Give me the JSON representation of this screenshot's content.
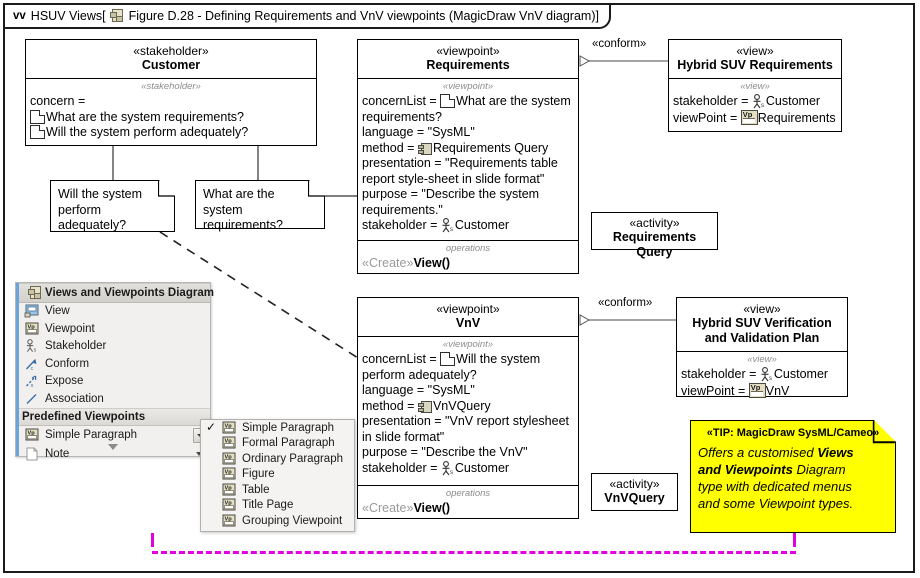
{
  "frame": {
    "kind": "vv",
    "name": "HSUV Views",
    "title_prefix": "[",
    "title": "Figure D.28 - Defining Requirements and VnV viewpoints (MagicDraw VnV diagram)",
    "title_suffix": "]",
    "diagram_icon": "views-and-viewpoints-diagram-icon"
  },
  "nodes": {
    "customer": {
      "stereotype": "«stakeholder»",
      "name": "Customer",
      "compartment_label": "«stakeholder»",
      "properties": [
        "concern =",
        "What are the system requirements?",
        "Will the system perform adequately?"
      ]
    },
    "requirements_viewpoint": {
      "stereotype": "«viewpoint»",
      "name": "Requirements",
      "compartment_label": "«viewpoint»",
      "concernList_key": "concernList = ",
      "concernList_value": "What are the system requirements?",
      "language": "language = \"SysML\"",
      "method_key": "method = ",
      "method_value": "Requirements Query",
      "presentation": "presentation = \"Requirements table report style-sheet in slide format\"",
      "purpose": "purpose = \"Describe the system requirements.\"",
      "stakeholder_key": "stakeholder = ",
      "stakeholder_value": "Customer",
      "operations_label": "operations",
      "operation_stereotype": "«Create»",
      "operation_name": "View()"
    },
    "vnv_viewpoint": {
      "stereotype": "«viewpoint»",
      "name": "VnV",
      "compartment_label": "«viewpoint»",
      "concernList_key": "concernList = ",
      "concernList_value": "Will the system perform adequately?",
      "language": "language = \"SysML\"",
      "method_key": "method = ",
      "method_value": "VnVQuery",
      "presentation": "presentation = \"VnV report stylesheet in slide format\"",
      "purpose": "purpose = \"Describe the VnV\"",
      "stakeholder_key": "stakeholder = ",
      "stakeholder_value": "Customer",
      "operations_label": "operations",
      "operation_stereotype": "«Create»",
      "operation_name": "View()"
    },
    "hybrid_suv_requirements_view": {
      "stereotype": "«view»",
      "name": "Hybrid SUV Requirements",
      "compartment_label": "«view»",
      "stakeholder_key": "stakeholder = ",
      "stakeholder_value": "Customer",
      "viewpoint_key": "viewPoint = ",
      "viewpoint_value": "Requirements"
    },
    "hybrid_suv_vnv_view": {
      "stereotype": "«view»",
      "name": "Hybrid SUV Verification and Validation Plan",
      "compartment_label": "«view»",
      "stakeholder_key": "stakeholder = ",
      "stakeholder_value": "Customer",
      "viewpoint_key": "viewPoint = ",
      "viewpoint_value": "VnV"
    },
    "requirements_query_activity": {
      "stereotype": "«activity»",
      "name": "Requirements Query"
    },
    "vnvquery_activity": {
      "stereotype": "«activity»",
      "name": "VnVQuery"
    }
  },
  "comments": {
    "perform_adequately": "Will the system perform adequately?",
    "system_requirements": "What are the system requirements?"
  },
  "edges": {
    "conform_top": "«conform»",
    "conform_bottom": "«conform»"
  },
  "tip": {
    "header": "«TIP: MagicDraw SysML/Cameo»",
    "line1_a": "Offers a customised ",
    "line1_b": "Views",
    "line2_a": "and Viewpoints",
    "line2_b": " Diagram",
    "line3": "type with dedicated menus",
    "line4": "and some Viewpoint types.",
    "bg_color": "#ffff00"
  },
  "palette": {
    "items": [
      {
        "label": "Views and Viewpoints Diagram",
        "icon": "views-and-viewpoints-diagram-icon",
        "highlighted": true
      },
      {
        "label": "View",
        "icon": "view-icon",
        "highlighted": false
      },
      {
        "label": "Viewpoint",
        "icon": "viewpoint-icon",
        "highlighted": false
      },
      {
        "label": "Stakeholder",
        "icon": "stakeholder-icon",
        "highlighted": false
      },
      {
        "label": "Conform",
        "icon": "conform-arrow-icon",
        "highlighted": false
      },
      {
        "label": "Expose",
        "icon": "expose-arrow-icon",
        "highlighted": false
      },
      {
        "label": "Association",
        "icon": "association-line-icon",
        "highlighted": false
      }
    ],
    "section": "Predefined Viewpoints",
    "bottom_items": [
      {
        "label": "Simple Paragraph",
        "icon": "viewpoint-icon",
        "has_spinner": true
      },
      {
        "label": "Note",
        "icon": "note-icon",
        "has_caret": true
      }
    ]
  },
  "submenu": {
    "items": [
      {
        "label": "Simple Paragraph",
        "icon": "viewpoint-icon",
        "checked": true
      },
      {
        "label": "Formal Paragraph",
        "icon": "viewpoint-icon",
        "checked": false
      },
      {
        "label": "Ordinary Paragraph",
        "icon": "viewpoint-icon",
        "checked": false
      },
      {
        "label": "Figure",
        "icon": "viewpoint-icon",
        "checked": false
      },
      {
        "label": "Table",
        "icon": "viewpoint-icon",
        "checked": false
      },
      {
        "label": "Title Page",
        "icon": "viewpoint-icon",
        "checked": false
      },
      {
        "label": "Grouping Viewpoint",
        "icon": "viewpoint-icon",
        "checked": false
      }
    ],
    "check_glyph": "✓"
  },
  "colors": {
    "highlight_line": "#e000e0",
    "tip_yellow": "#ffff00",
    "icon_tan": "#e4dfc2"
  }
}
